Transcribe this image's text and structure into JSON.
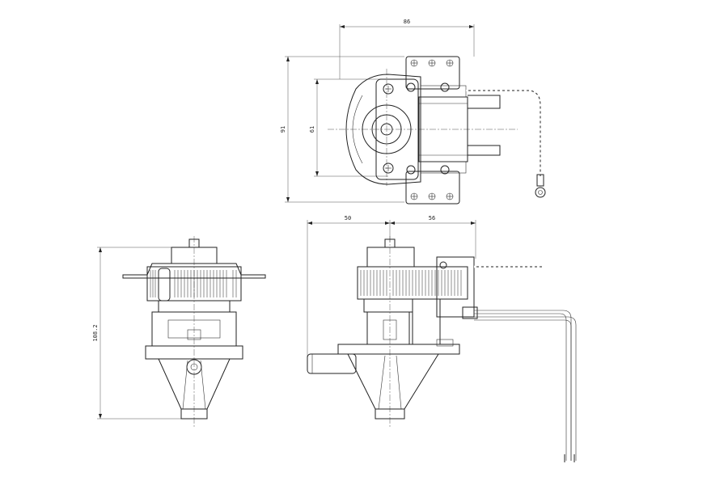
{
  "dimensions": {
    "width_86": "86",
    "height_91": "91",
    "height_61": "61",
    "length_50": "50",
    "length_56": "56",
    "height_108_2": "108.2"
  },
  "colors": {
    "line": "#222222",
    "background": "#ffffff"
  }
}
